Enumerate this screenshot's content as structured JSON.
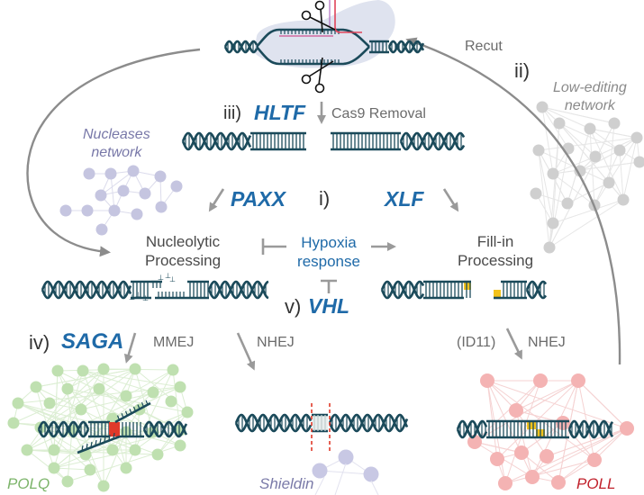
{
  "colors": {
    "dna": "#1b4a5a",
    "gene_blue": "#1f6aa8",
    "arrow_gray": "#9a9a9a",
    "nucleases_node": "#c5c5e0",
    "low_editing_node": "#cfcfcf",
    "polq_node": "#bfe0b0",
    "poll_node": "#f4b3b3",
    "shieldin_node": "#c8c8e4",
    "mismatch_red": "#e03a2a",
    "fill_yellow": "#f2c21b",
    "cas9_blob": "#dfe3ef",
    "guide_rna": "#e0445a"
  },
  "top": {
    "label_recut": "Recut",
    "label_cas9_removal": "Cas9 Removal"
  },
  "labels": {
    "iii": "iii)",
    "hltf": "HLTF",
    "ii": "ii)",
    "i": "i)",
    "paxx": "PAXX",
    "xlf": "XLF",
    "v": "v)",
    "vhl": "VHL",
    "iv": "iv)",
    "saga": "SAGA"
  },
  "processes": {
    "nucleolytic_line1": "Nucleolytic",
    "nucleolytic_line2": "Processing",
    "fillin_line1": "Fill-in",
    "fillin_line2": "Processing",
    "hypoxia_line1": "Hypoxia",
    "hypoxia_line2": "response"
  },
  "pathways": {
    "mmej": "MMEJ",
    "nhej_center": "NHEJ",
    "id11": "(ID11)",
    "nhej_right": "NHEJ"
  },
  "networks": {
    "nucleases_line1": "Nucleases",
    "nucleases_line2": "network",
    "low_editing_line1": "Low-editing",
    "low_editing_line2": "network",
    "polq": "POLQ",
    "shieldin": "Shieldin",
    "poll": "POLL"
  }
}
